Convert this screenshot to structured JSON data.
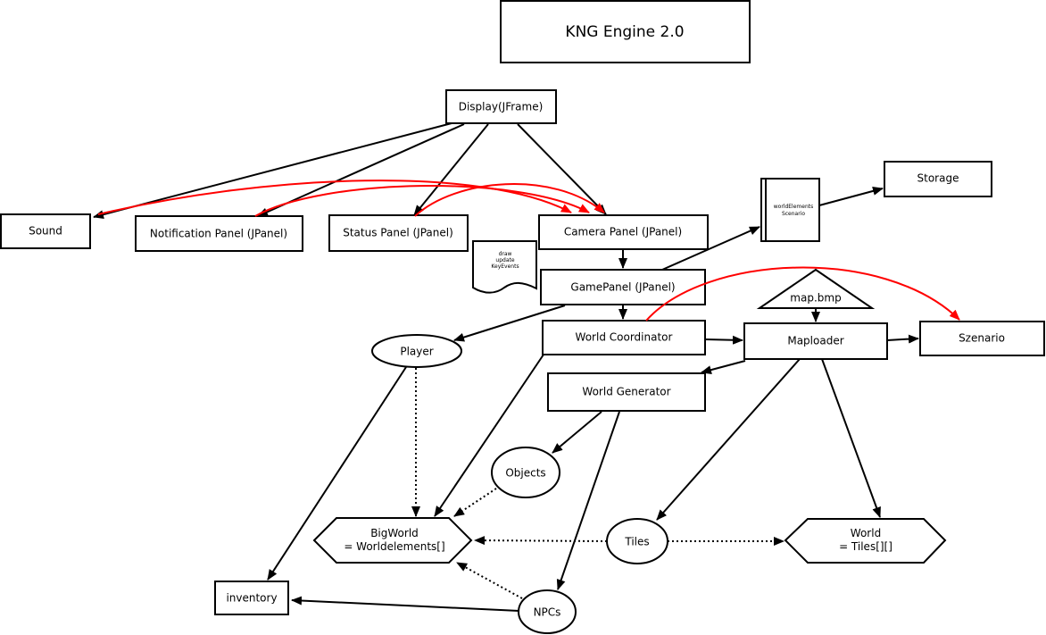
{
  "title": "KNG Engine 2.0",
  "nodes": {
    "display": "Display(JFrame)",
    "sound": "Sound",
    "notification": "Notification Panel (JPanel)",
    "status": "Status Panel (JPanel)",
    "camera": "Camera Panel (JPanel)",
    "gamepanel": "GamePanel (JPanel)",
    "storage": "Storage",
    "scenario_file": [
      "worldElements",
      "Scenario"
    ],
    "note": [
      "draw",
      "update",
      "KeyEvents"
    ],
    "mapbmp": "map.bmp",
    "maploader": "Maploader",
    "szenario": "Szenario",
    "worldcoord": "World Coordinator",
    "worldgen": "World Generator",
    "player": "Player",
    "objects": "Objects",
    "bigworld": [
      "BigWorld",
      "= Worldelements[]"
    ],
    "tiles": "Tiles",
    "world": [
      "World",
      "= Tiles[][]"
    ],
    "inventory": "inventory",
    "npcs": "NPCs"
  }
}
